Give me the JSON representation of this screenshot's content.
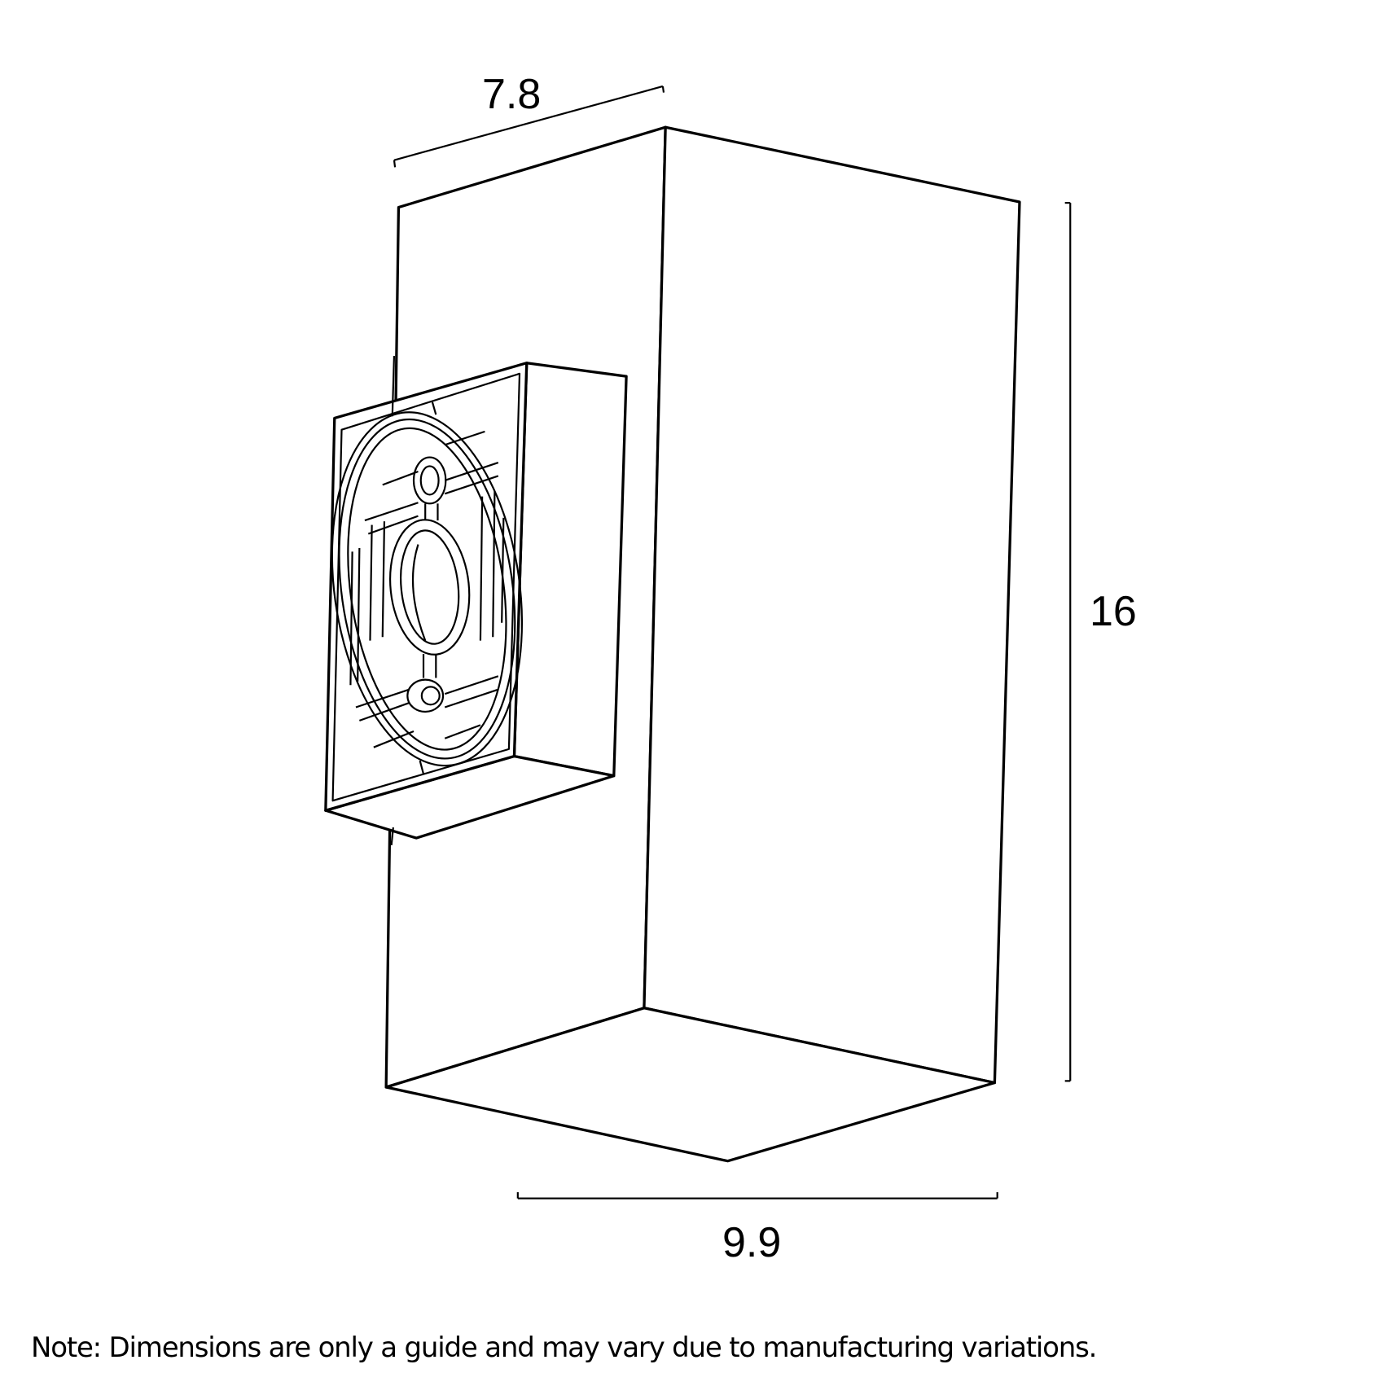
{
  "diagram": {
    "subject": "Rectangular wall light dimension drawing",
    "dimensions": {
      "depth": "7.8",
      "height": "16",
      "width": "9.9"
    },
    "note": "Note: Dimensions are only a guide and may vary due to manufacturing variations.",
    "colors": {
      "line": "#000000",
      "background": "#ffffff"
    }
  }
}
